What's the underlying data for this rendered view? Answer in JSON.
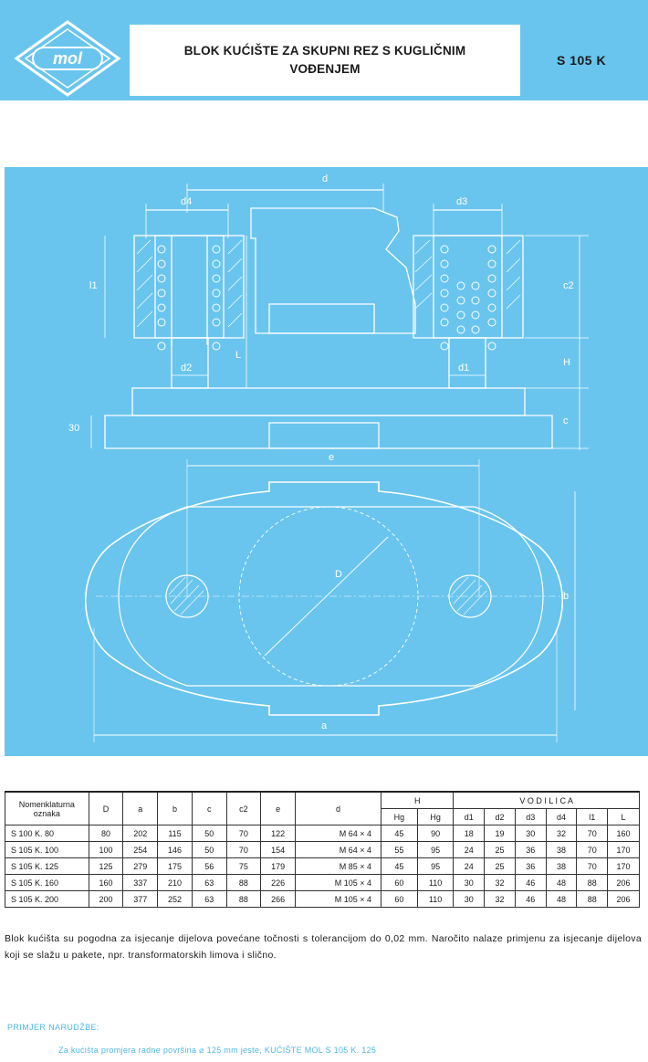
{
  "header": {
    "logo_text": "mol",
    "title": "BLOK KUĆIŠTE ZA SKUPNI REZ S KUGLIČNIM VOĐENJEM",
    "code": "S 105 K",
    "colors": {
      "band": "#69c5ee",
      "title_box": "#ffffff"
    }
  },
  "drawing": {
    "background": "#69c5ee",
    "line_color": "#ffffff",
    "labels": {
      "d": "d",
      "d4": "d4",
      "d3": "d3",
      "l1": "l1",
      "c2": "c2",
      "L": "L",
      "H": "H",
      "d2": "d2",
      "d1": "d1",
      "c": "c",
      "h30": "30",
      "e": "e",
      "b": "b",
      "D": "D",
      "a": "a"
    }
  },
  "table": {
    "header_top": {
      "nomenclature": "Nomenklaturna oznaka",
      "D": "D",
      "a": "a",
      "b": "b",
      "c": "c",
      "c2": "c2",
      "e": "e",
      "d": "d",
      "H": "H",
      "vodilica": "V O D I L I C A"
    },
    "header_sub": {
      "Hg1": "Hg",
      "Hg2": "Hg",
      "d1": "d1",
      "d2": "d2",
      "d3": "d3",
      "d4": "d4",
      "l1": "l1",
      "L": "L"
    },
    "rows": [
      {
        "oznaka": "S 100 K. 80",
        "D": "80",
        "a": "202",
        "b": "115",
        "c": "50",
        "c2": "70",
        "e": "122",
        "d": "M 64 × 4",
        "Hg1": "45",
        "Hg2": "90",
        "d1": "18",
        "d2": "19",
        "d3": "30",
        "d4": "32",
        "l1": "70",
        "L": "160"
      },
      {
        "oznaka": "S 105 K. 100",
        "D": "100",
        "a": "254",
        "b": "146",
        "c": "50",
        "c2": "70",
        "e": "154",
        "d": "M 64 × 4",
        "Hg1": "55",
        "Hg2": "95",
        "d1": "24",
        "d2": "25",
        "d3": "36",
        "d4": "38",
        "l1": "70",
        "L": "170"
      },
      {
        "oznaka": "S 105 K. 125",
        "D": "125",
        "a": "279",
        "b": "175",
        "c": "56",
        "c2": "75",
        "e": "179",
        "d": "M 85 × 4",
        "Hg1": "45",
        "Hg2": "95",
        "d1": "24",
        "d2": "25",
        "d3": "36",
        "d4": "38",
        "l1": "70",
        "L": "170"
      },
      {
        "oznaka": "S 105 K. 160",
        "D": "160",
        "a": "337",
        "b": "210",
        "c": "63",
        "c2": "88",
        "e": "226",
        "d": "M 105 × 4",
        "Hg1": "60",
        "Hg2": "110",
        "d1": "30",
        "d2": "32",
        "d3": "46",
        "d4": "48",
        "l1": "88",
        "L": "206"
      },
      {
        "oznaka": "S 105 K. 200",
        "D": "200",
        "a": "377",
        "b": "252",
        "c": "63",
        "c2": "88",
        "e": "266",
        "d": "M 105 × 4",
        "Hg1": "60",
        "Hg2": "110",
        "d1": "30",
        "d2": "32",
        "d3": "46",
        "d4": "48",
        "l1": "88",
        "L": "206"
      }
    ]
  },
  "note": "Blok kućišta su pogodna za isjecanje dijelova povećane točnosti s tolerancijom do 0,02 mm. Naročito nalaze primjenu za isjecanje dijelova koji se slažu u pakete, npr. transformatorskih limova i slično.",
  "order": {
    "label": "PRIMJER NARUDŽBE:",
    "text": "Za kućišta promjera radne površina ⌀ 125 mm jeste, KUĆIŠTE MOL S 105 K. 125"
  }
}
